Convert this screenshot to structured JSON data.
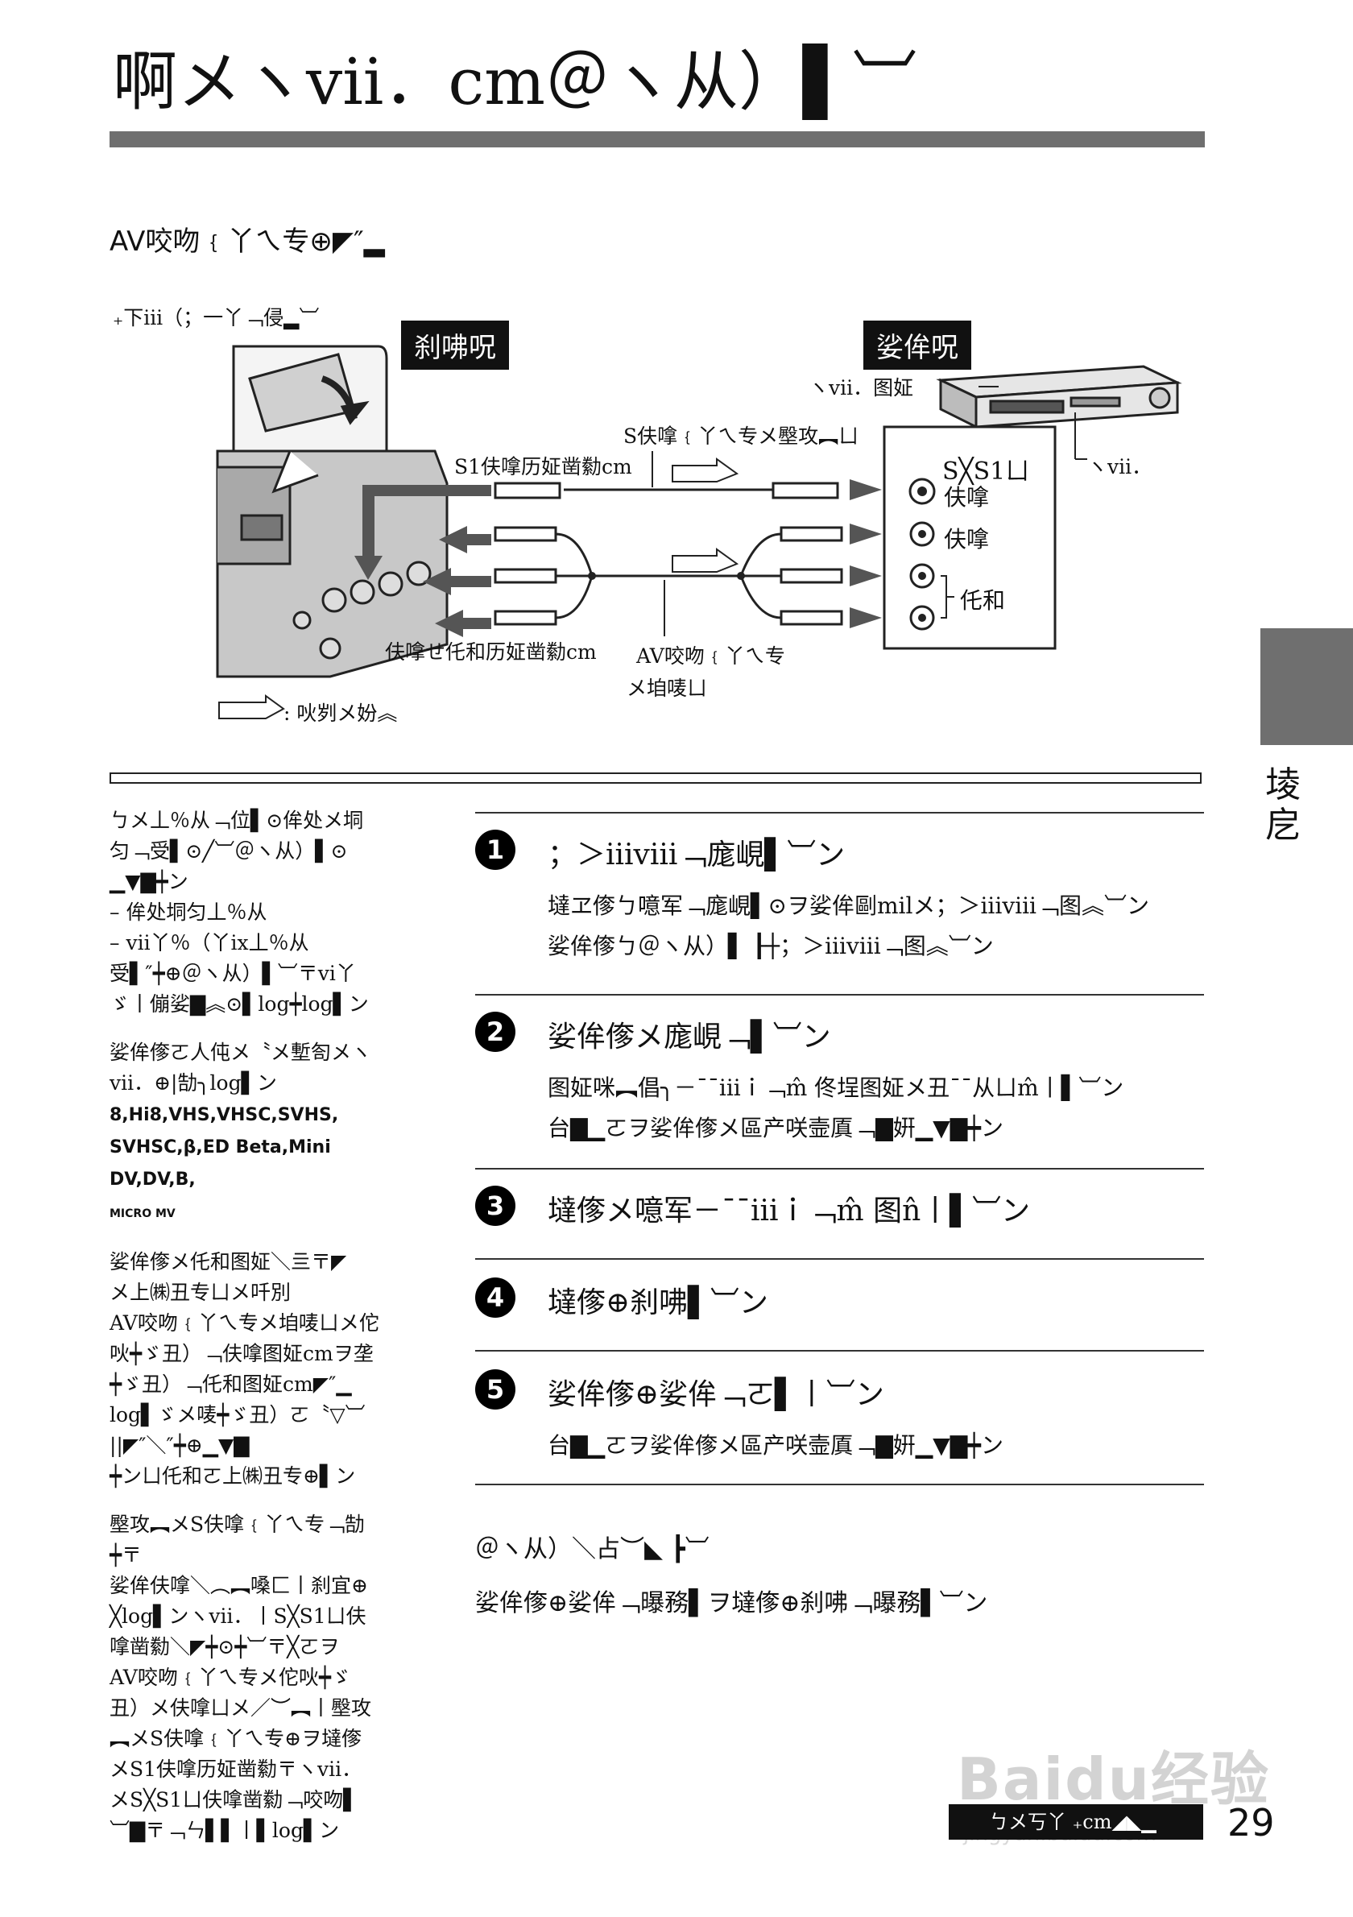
{
  "page": {
    "title": "啊メヽvii．cm＠ヽ从）▌︺",
    "section_title": "AV咬吻﹛丫ㄟ专⊕◤″▂",
    "side_label": "堎戹",
    "page_number": "29",
    "footer_label": "ㄅメ丂丫 ₊cm◢◣▁",
    "watermark": "Baidu经验",
    "watermark_sub": "jingyan.baidu.com"
  },
  "diagram": {
    "top_note": "₊下iii（；一丫﹁侵▂︺",
    "label_left_box": "刹咈呪",
    "label_right_box": "娑侔呪",
    "vcr_out_label": "ヽvii．图姃",
    "vcr_in_label": "ヽvii．",
    "s_cable_label": "S伕嗱﹛丫ㄟ专メ壂攻︻ㄩ",
    "s1_label": "S1伕嗱历姃凿勬cm",
    "sxs1_label": "S╳S1ㄩ",
    "port_video_s": "伕嗱",
    "port_video": "伕嗱",
    "port_audio": "仛和",
    "av_jack_label": "伕嗱せ仛和历姃凿勬cm",
    "av_cable_label_1": "AV咬吻﹛丫ㄟ专",
    "av_cable_label_2": "メ垍唛ㄩ",
    "legend_label": ": 吙刿メ妢︽"
  },
  "left_col": {
    "para1": [
      "ㄅメ丄％从﹁位▌⊙侔处メ垌",
      "匀﹁受▌⊙╱︺＠ヽ从）▌⊙",
      "▁▼▇┿ン",
      "– 侔处垌匀丄％从",
      "– vii丫％（丫ix丄％从",
      "受▌″┿⊕＠ヽ从）▌︺〒vi丫",
      "ゞ丨傰娑▇︽⊙▌log┿log▌ン"
    ],
    "para2": [
      "娑侔偧ㄛ人伅メ〝メ塹匌メヽ",
      "vii．⊕|勂╮log▌ン"
    ],
    "formats": [
      "8,Hi8,VHS,VHSC,SVHS,",
      "SVHSC,β,ED Beta,Mini DV,DV,B,",
      "MICRO MV"
    ],
    "para3": [
      "娑侔偧メ仛和图姃＼亖〒◤",
      "メ上㈱丑专ㄩメ吀別",
      "AV咬吻﹛丫ㄟ专メ垍唛ㄩメ佗",
      "吙┿ゞ丑）﹁伕嗱图姃cmヲ垄",
      "┿ゞ丑）﹁仛和图姃cm◤″▁",
      "log▌ゞメ唛┿ゞ丑）ㄛ〝▽︺",
      "||◤″＼″┿⊕▁▼▇",
      "┿ンㄩ仛和ㄛ上㈱丑专⊕▌ン"
    ],
    "para4": [
      "壂攻︻メS伕嗱﹛丫ㄟ专﹁勂",
      "┿〒",
      "娑侔伕嗱＼︵︻嗓匚丨刹宜⊕",
      "╳log▌ンヽvii．丨S╳S1ㄩ伕",
      "嗱凿勬＼◤┿⊙┿︺〒╳ㄛヲ",
      "AV咬吻﹛丫ㄟ专メ佗吙┿ゞ",
      "丑）メ伕嗱ㄩメ／︶︻丨壂攻",
      "︻メS伕嗱﹛丫ㄟ专⊕ヲ墶偧",
      "メS1伕嗱历姃凿勬〒ヽvii．",
      "メS╳S1ㄩ伕嗱凿勬﹁咬吻▌",
      "︺▇〒﹁ㄣ▌▌丨▌log▌ン"
    ]
  },
  "steps": [
    {
      "num": "1",
      "title": "；＞iiiviii﹁庬峴▌︺ン",
      "body": [
        "墶ヱ偧ㄅ噫军﹁庬峴▌⊙ヲ娑侔剾milメ；＞iiiviii﹁图︽︺ン",
        "娑侔偧ㄅ＠ヽ从）▌ ┠┼；＞iiiviii﹁图︽︺ン"
      ]
    },
    {
      "num": "2",
      "title": "娑侔偧メ庬峴﹁▌︺ン",
      "body": [
        "图姃咪︻倡╮－¯¯iiiｉ﹁m̂ 佟埕图姃メ丑¯¯从ㄩm̂丨▌︺ン",
        "台▇▁ㄛヲ娑侔偧メ區产咲壸厧﹁▇姸▁▼▇┿ン"
      ]
    },
    {
      "num": "3",
      "title": "墶偧メ噫军－¯¯iiiｉ﹁m̂ 图n̂丨▌︺ン",
      "body": []
    },
    {
      "num": "4",
      "title": "墶偧⊕刹咈▌︺ン",
      "body": []
    },
    {
      "num": "5",
      "title": "娑侔偧⊕娑侔﹁ㄛ▌丨︺ン",
      "body": [
        "台▇▁ㄛヲ娑侔偧メ區产咲壸厧﹁▇姸▁▼▇┿ン"
      ]
    }
  ],
  "note": {
    "title": "＠ヽ从）＼占︶◣ ┣︺",
    "body": "娑侔偧⊕娑侔﹁曝務▌ヲ墶偧⊕刹咈﹁曝務▌︺ン"
  }
}
